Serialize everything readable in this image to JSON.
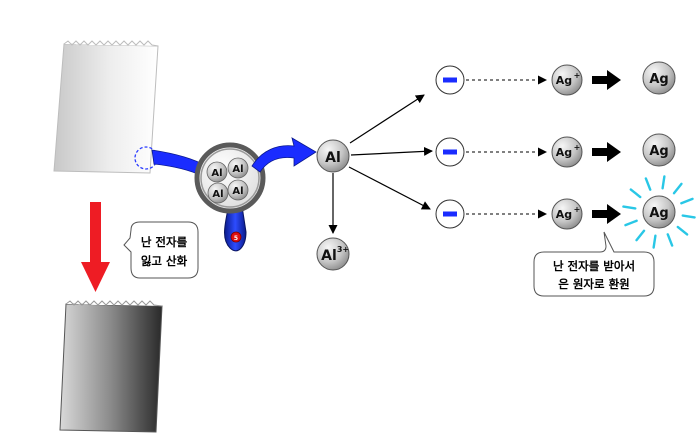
{
  "atoms": {
    "al_in_lens": "Al",
    "al": "Al",
    "al_ion": "Al",
    "al_ion_charge": "3+",
    "ag_ion": "Ag",
    "ag_ion_charge": "+",
    "ag": "Ag"
  },
  "callouts": {
    "oxidation": [
      "난 전자를",
      "잃고 산화"
    ],
    "reduction": [
      "난 전자를 받아서",
      "은 원자로 환원"
    ]
  },
  "colors": {
    "red_arrow": "#ee1c24",
    "blue_arrow": "#1a2cff",
    "electron_bar": "#1a2cff",
    "glow": "#29c7e6",
    "atom_fill": "#c9c9c9"
  },
  "icons": [
    "magnifier-icon",
    "electron-icon",
    "glow-icon"
  ]
}
